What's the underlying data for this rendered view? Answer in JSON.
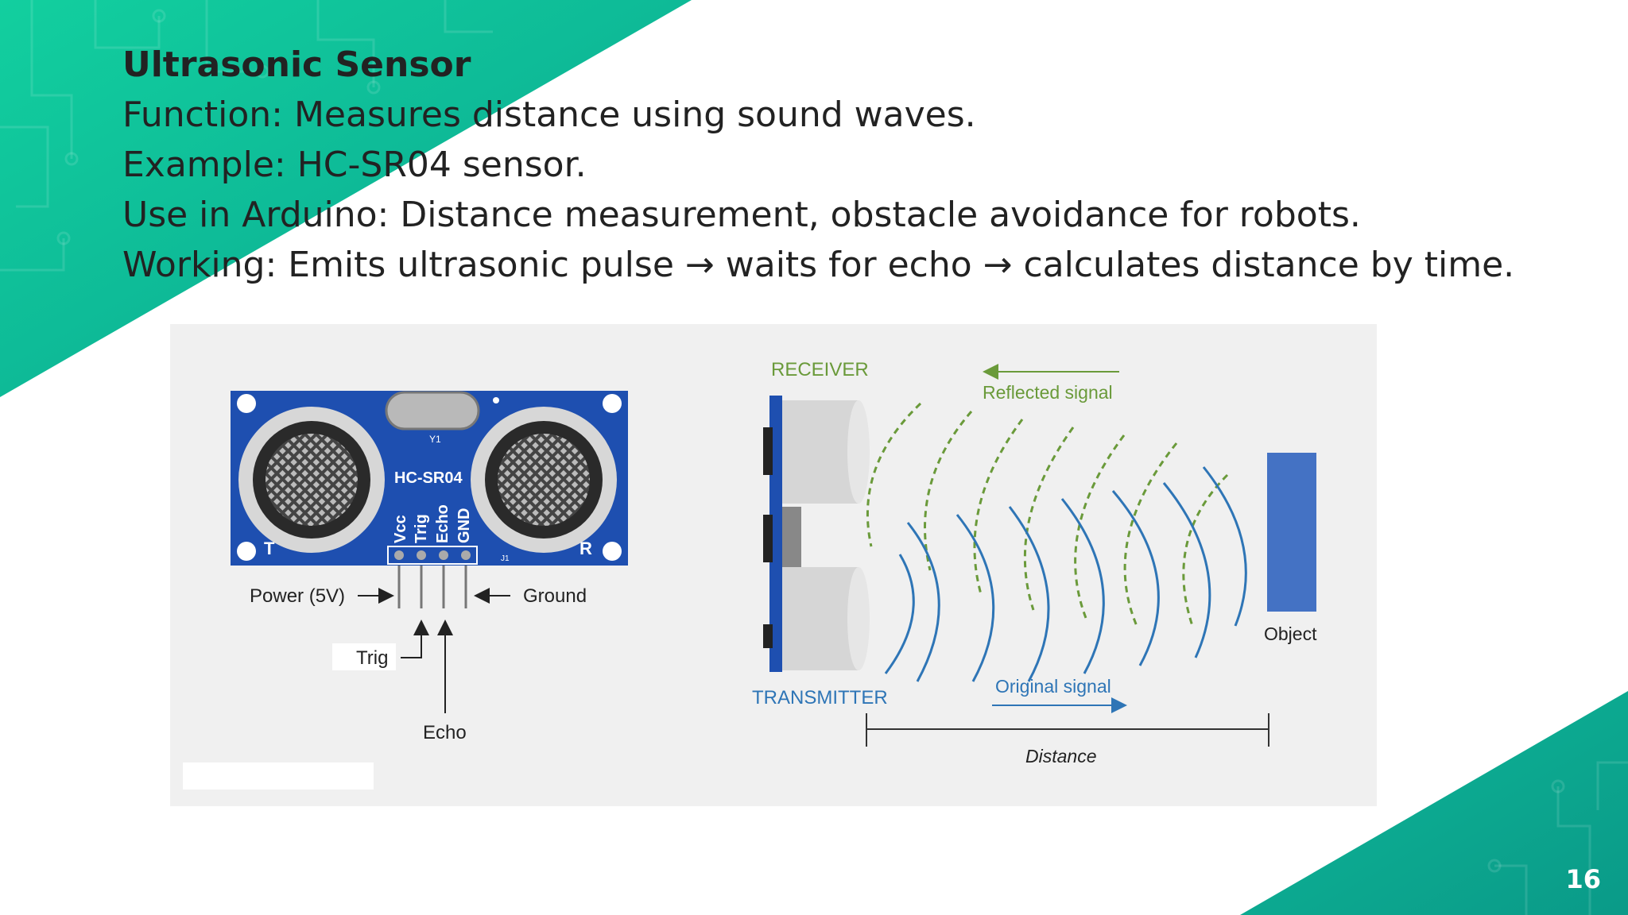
{
  "slide": {
    "title": "Ultrasonic Sensor",
    "lines": [
      "Function: Measures distance using sound waves.",
      "Example: HC-SR04 sensor.",
      "Use in Arduino: Distance measurement, obstacle avoidance for robots.",
      "Working: Emits ultrasonic pulse → waits for echo → calculates distance by time."
    ],
    "page_number": "16"
  },
  "figure": {
    "module": {
      "board_label": "HC-SR04",
      "crystal_label": "Y1",
      "connector_label": "J1",
      "transducer_t": "T",
      "transducer_r": "R",
      "pins": [
        "Vcc",
        "Trig",
        "Echo",
        "GND"
      ],
      "power_label": "Power (5V)",
      "ground_label": "Ground",
      "trig_label": "Trig",
      "echo_label": "Echo"
    },
    "diagram": {
      "receiver_label": "RECEIVER",
      "transmitter_label": "TRANSMITTER",
      "reflected_label": "Reflected signal",
      "original_label": "Original signal",
      "object_label": "Object",
      "distance_label": "Distance"
    }
  },
  "colors": {
    "teal_light": "#10c9a0",
    "teal_dark": "#0a9c8c",
    "text": "#222222",
    "board_blue": "#1e4fb0",
    "object_blue": "#4472c4",
    "signal_blue": "#2e75b6",
    "signal_green": "#6a9a3a"
  }
}
